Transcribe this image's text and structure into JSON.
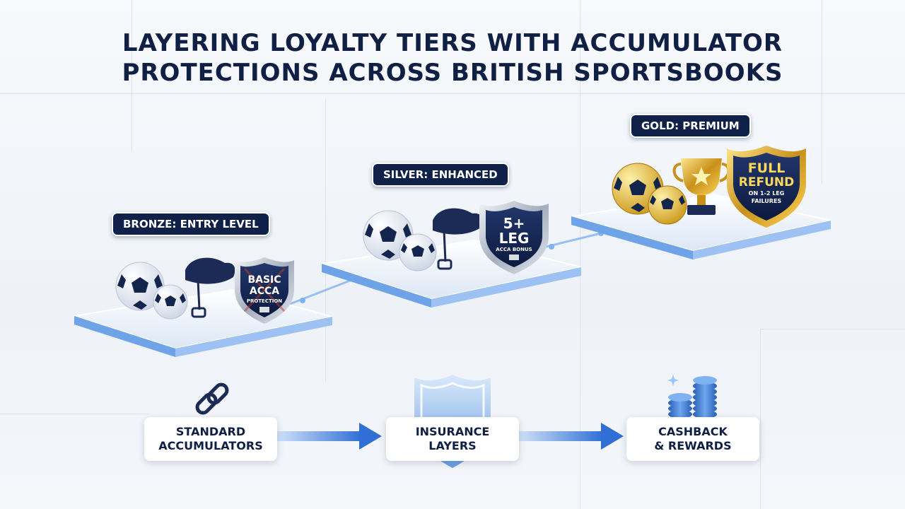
{
  "title": {
    "line1": "LAYERING LOYALTY TIERS WITH ACCUMULATOR",
    "line2": "PROTECTIONS ACROSS BRITISH SPORTSBOOKS"
  },
  "tiers": [
    {
      "label": "BRONZE: ENTRY LEVEL",
      "badge_line1": "BASIC",
      "badge_line2": "ACCA",
      "badge_line3": "PROTECTION"
    },
    {
      "label": "SILVER: ENHANCED",
      "badge_line1": "5+",
      "badge_line2": "LEG",
      "badge_line3": "ACCA BONUS"
    },
    {
      "label": "GOLD: PREMIUM",
      "badge_line1": "FULL",
      "badge_line2": "REFUND",
      "badge_line3": "ON 1-2 LEG",
      "badge_line4": "FAILURES"
    }
  ],
  "flow": [
    {
      "line1": "STANDARD",
      "line2": "ACCUMULATORS",
      "icon": "chain-link-icon"
    },
    {
      "line1": "INSURANCE",
      "line2": "LAYERS",
      "icon": "shield-icon"
    },
    {
      "line1": "CASHBACK",
      "line2": "& REWARDS",
      "icon": "coin-stack-icon"
    }
  ],
  "colors": {
    "navy": "#0f2148",
    "blue_accent": "#2f6fd6",
    "gold": "#e0b229"
  }
}
